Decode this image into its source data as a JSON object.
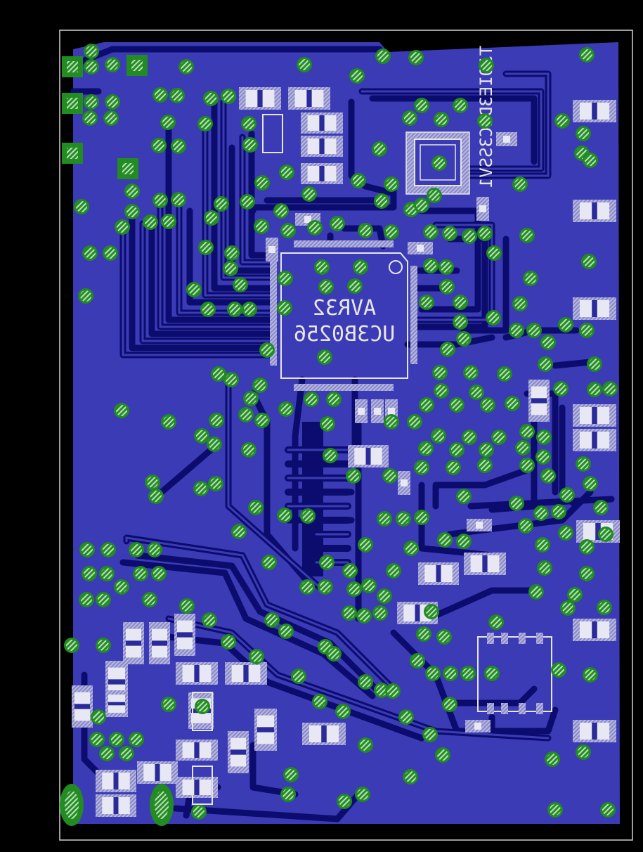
{
  "board": {
    "chip_label_line1": "AVR32",
    "chip_label_line2": "UC3B0256",
    "vertical_text": "TJOIE3DIC3SSV1"
  },
  "colors": {
    "background": "#000000",
    "copper_fill": "#3c3cb6",
    "trace_gap": "#0b0b6a",
    "via_green": "#228b22",
    "via_stripe": "#a5e0a5",
    "pad_white": "#e8e8f4",
    "silk": "#e6e6e6"
  }
}
